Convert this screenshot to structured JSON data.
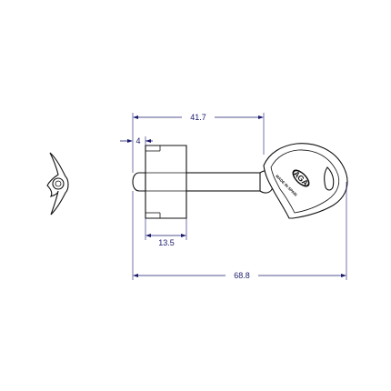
{
  "dimensions": {
    "overall_length": "68.8",
    "head_to_blade": "41.7",
    "tip_offset": "4",
    "bit_width": "13.5"
  },
  "key_marking": {
    "brand": "AGA",
    "origin": "MADE IN SPAIN"
  },
  "colors": {
    "dimension_line": "#1a1a6e",
    "outline": "#111111",
    "background": "#ffffff"
  }
}
